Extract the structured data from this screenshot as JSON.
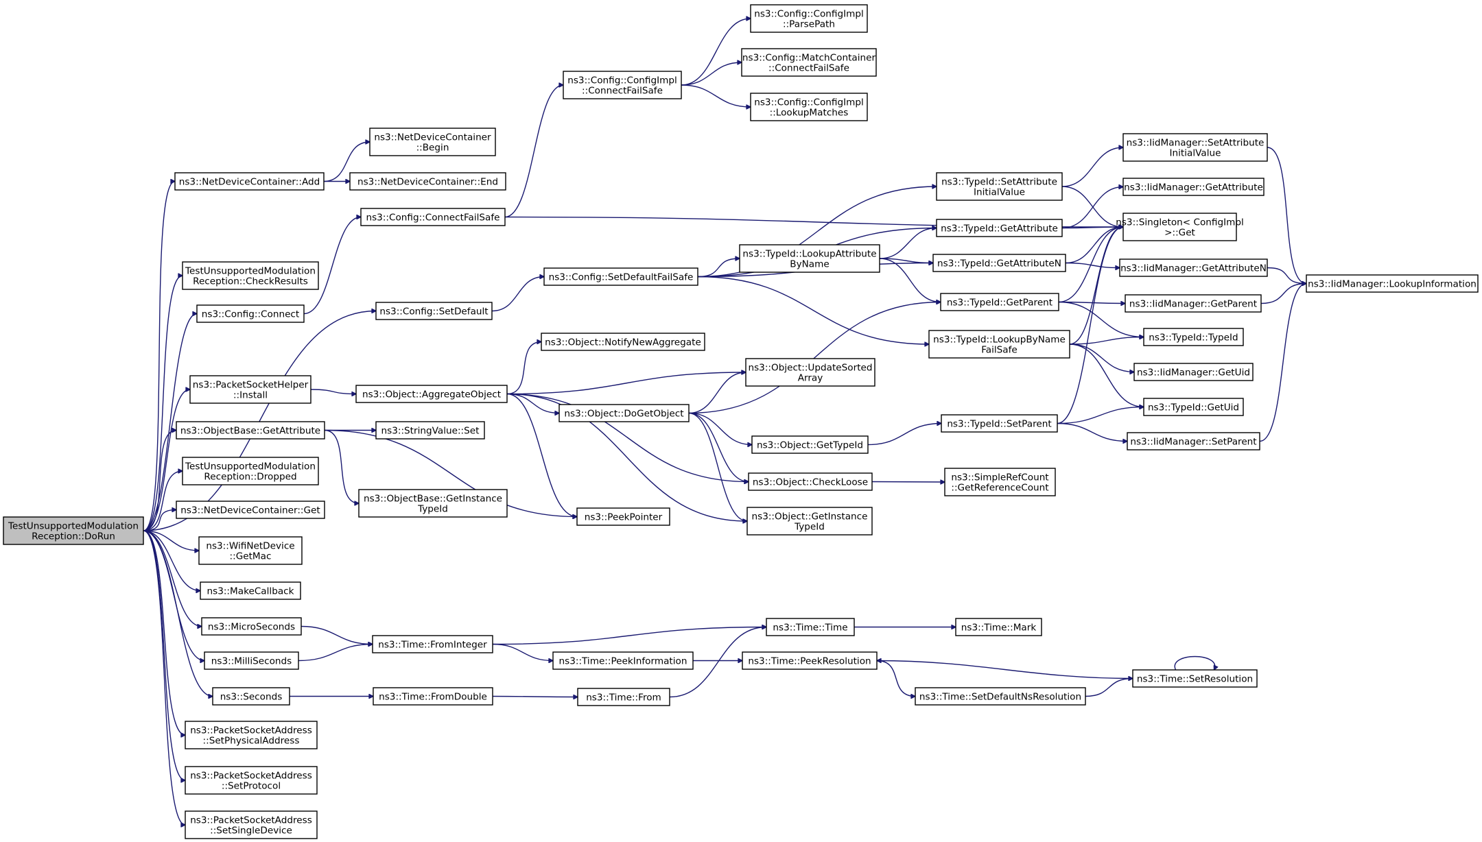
{
  "graph": {
    "type": "call-graph",
    "edge_color": "#191970",
    "root_fill": "#bfbfbf",
    "nodes": [
      {
        "id": "root",
        "lines": [
          "TestUnsupportedModulation",
          "Reception::DoRun"
        ]
      },
      {
        "id": "ndc_add",
        "lines": [
          "ns3::NetDeviceContainer::Add"
        ]
      },
      {
        "id": "ndc_begin",
        "lines": [
          "ns3::NetDeviceContainer",
          "::Begin"
        ]
      },
      {
        "id": "ndc_end",
        "lines": [
          "ns3::NetDeviceContainer::End"
        ]
      },
      {
        "id": "check_results",
        "lines": [
          "TestUnsupportedModulation",
          "Reception::CheckResults"
        ]
      },
      {
        "id": "cfg_connect",
        "lines": [
          "ns3::Config::Connect"
        ]
      },
      {
        "id": "cfg_connectfs",
        "lines": [
          "ns3::Config::ConnectFailSafe"
        ]
      },
      {
        "id": "cfgimpl_connectfs",
        "lines": [
          "ns3::Config::ConfigImpl",
          "::ConnectFailSafe"
        ]
      },
      {
        "id": "cfgimpl_parsepath",
        "lines": [
          "ns3::Config::ConfigImpl",
          "::ParsePath"
        ]
      },
      {
        "id": "mc_connectfs",
        "lines": [
          "ns3::Config::MatchContainer",
          "::ConnectFailSafe"
        ]
      },
      {
        "id": "cfgimpl_lookup",
        "lines": [
          "ns3::Config::ConfigImpl",
          "::LookupMatches"
        ]
      },
      {
        "id": "cfg_setdefault",
        "lines": [
          "ns3::Config::SetDefault"
        ]
      },
      {
        "id": "cfg_setdefaultfs",
        "lines": [
          "ns3::Config::SetDefaultFailSafe"
        ]
      },
      {
        "id": "typeid_setattr",
        "lines": [
          "ns3::TypeId::SetAttribute",
          "InitialValue"
        ]
      },
      {
        "id": "typeid_getattr",
        "lines": [
          "ns3::TypeId::GetAttribute"
        ]
      },
      {
        "id": "typeid_lookupattr",
        "lines": [
          "ns3::TypeId::LookupAttribute",
          "ByName"
        ]
      },
      {
        "id": "typeid_getattrn",
        "lines": [
          "ns3::TypeId::GetAttributeN"
        ]
      },
      {
        "id": "typeid_getparent",
        "lines": [
          "ns3::TypeId::GetParent"
        ]
      },
      {
        "id": "typeid_lookupbyname",
        "lines": [
          "ns3::TypeId::LookupByName",
          "FailSafe"
        ]
      },
      {
        "id": "typeid_setparent",
        "lines": [
          "ns3::TypeId::SetParent"
        ]
      },
      {
        "id": "singleton_get",
        "lines": [
          "ns3::Singleton< ConfigImpl",
          " >::Get"
        ]
      },
      {
        "id": "iid_setattr",
        "lines": [
          "ns3::IidManager::SetAttribute",
          "InitialValue"
        ]
      },
      {
        "id": "iid_getattr",
        "lines": [
          "ns3::IidManager::GetAttribute"
        ]
      },
      {
        "id": "iid_getattrn",
        "lines": [
          "ns3::IidManager::GetAttributeN"
        ]
      },
      {
        "id": "iid_getparent",
        "lines": [
          "ns3::IidManager::GetParent"
        ]
      },
      {
        "id": "iid_getuid",
        "lines": [
          "ns3::IidManager::GetUid"
        ]
      },
      {
        "id": "iid_setparent",
        "lines": [
          "ns3::IidManager::SetParent"
        ]
      },
      {
        "id": "iid_lookupinfo",
        "lines": [
          "ns3::IidManager::LookupInformation"
        ]
      },
      {
        "id": "typeid_typeid",
        "lines": [
          "ns3::TypeId::TypeId"
        ]
      },
      {
        "id": "typeid_getuid",
        "lines": [
          "ns3::TypeId::GetUid"
        ]
      },
      {
        "id": "psh_install",
        "lines": [
          "ns3::PacketSocketHelper",
          "::Install"
        ]
      },
      {
        "id": "obj_aggregate",
        "lines": [
          "ns3::Object::AggregateObject"
        ]
      },
      {
        "id": "obj_notify",
        "lines": [
          "ns3::Object::NotifyNewAggregate"
        ]
      },
      {
        "id": "obj_updatesorted",
        "lines": [
          "ns3::Object::UpdateSorted",
          "Array"
        ]
      },
      {
        "id": "obj_dogetobject",
        "lines": [
          "ns3::Object::DoGetObject"
        ]
      },
      {
        "id": "obj_gettypeid",
        "lines": [
          "ns3::Object::GetTypeId"
        ]
      },
      {
        "id": "obj_checkloose",
        "lines": [
          "ns3::Object::CheckLoose"
        ]
      },
      {
        "id": "obj_getinsttypeid",
        "lines": [
          "ns3::Object::GetInstance",
          "TypeId"
        ]
      },
      {
        "id": "src_getrefcount",
        "lines": [
          "ns3::SimpleRefCount",
          "::GetReferenceCount"
        ]
      },
      {
        "id": "ob_getattr",
        "lines": [
          "ns3::ObjectBase::GetAttribute"
        ]
      },
      {
        "id": "stringvalue_set",
        "lines": [
          "ns3::StringValue::Set"
        ]
      },
      {
        "id": "ob_getinsttypeid",
        "lines": [
          "ns3::ObjectBase::GetInstance",
          "TypeId"
        ]
      },
      {
        "id": "peekpointer",
        "lines": [
          "ns3::PeekPointer"
        ]
      },
      {
        "id": "dropped",
        "lines": [
          "TestUnsupportedModulation",
          "Reception::Dropped"
        ]
      },
      {
        "id": "ndc_get",
        "lines": [
          "ns3::NetDeviceContainer::Get"
        ]
      },
      {
        "id": "wifi_getmac",
        "lines": [
          "ns3::WifiNetDevice",
          "::GetMac"
        ]
      },
      {
        "id": "makecallback",
        "lines": [
          "ns3::MakeCallback"
        ]
      },
      {
        "id": "microseconds",
        "lines": [
          "ns3::MicroSeconds"
        ]
      },
      {
        "id": "milliseconds",
        "lines": [
          "ns3::MilliSeconds"
        ]
      },
      {
        "id": "seconds",
        "lines": [
          "ns3::Seconds"
        ]
      },
      {
        "id": "time_frominteger",
        "lines": [
          "ns3::Time::FromInteger"
        ]
      },
      {
        "id": "time_fromdouble",
        "lines": [
          "ns3::Time::FromDouble"
        ]
      },
      {
        "id": "time_time",
        "lines": [
          "ns3::Time::Time"
        ]
      },
      {
        "id": "time_mark",
        "lines": [
          "ns3::Time::Mark"
        ]
      },
      {
        "id": "time_peekinfo",
        "lines": [
          "ns3::Time::PeekInformation"
        ]
      },
      {
        "id": "time_peekres",
        "lines": [
          "ns3::Time::PeekResolution"
        ]
      },
      {
        "id": "time_from",
        "lines": [
          "ns3::Time::From"
        ]
      },
      {
        "id": "time_setdefaultns",
        "lines": [
          "ns3::Time::SetDefaultNsResolution"
        ]
      },
      {
        "id": "time_setres",
        "lines": [
          "ns3::Time::SetResolution"
        ]
      },
      {
        "id": "psa_setphys",
        "lines": [
          "ns3::PacketSocketAddress",
          "::SetPhysicalAddress"
        ]
      },
      {
        "id": "psa_setproto",
        "lines": [
          "ns3::PacketSocketAddress",
          "::SetProtocol"
        ]
      },
      {
        "id": "psa_setsingle",
        "lines": [
          "ns3::PacketSocketAddress",
          "::SetSingleDevice"
        ]
      }
    ],
    "edges": [
      [
        "root",
        "ndc_add"
      ],
      [
        "root",
        "check_results"
      ],
      [
        "root",
        "cfg_connect"
      ],
      [
        "root",
        "cfg_setdefault"
      ],
      [
        "root",
        "psh_install"
      ],
      [
        "root",
        "ob_getattr"
      ],
      [
        "root",
        "dropped"
      ],
      [
        "root",
        "ndc_get"
      ],
      [
        "root",
        "wifi_getmac"
      ],
      [
        "root",
        "makecallback"
      ],
      [
        "root",
        "microseconds"
      ],
      [
        "root",
        "milliseconds"
      ],
      [
        "root",
        "seconds"
      ],
      [
        "root",
        "psa_setphys"
      ],
      [
        "root",
        "psa_setproto"
      ],
      [
        "root",
        "psa_setsingle"
      ],
      [
        "ndc_add",
        "ndc_begin"
      ],
      [
        "ndc_add",
        "ndc_end"
      ],
      [
        "cfg_connect",
        "cfg_connectfs"
      ],
      [
        "cfg_connectfs",
        "cfgimpl_connectfs"
      ],
      [
        "cfg_connectfs",
        "singleton_get"
      ],
      [
        "cfgimpl_connectfs",
        "cfgimpl_parsepath"
      ],
      [
        "cfgimpl_connectfs",
        "mc_connectfs"
      ],
      [
        "cfgimpl_connectfs",
        "cfgimpl_lookup"
      ],
      [
        "cfg_setdefault",
        "cfg_setdefaultfs"
      ],
      [
        "cfg_setdefaultfs",
        "typeid_setattr"
      ],
      [
        "cfg_setdefaultfs",
        "typeid_getattr"
      ],
      [
        "cfg_setdefaultfs",
        "typeid_lookupattr"
      ],
      [
        "cfg_setdefaultfs",
        "typeid_getattrn"
      ],
      [
        "cfg_setdefaultfs",
        "typeid_lookupbyname"
      ],
      [
        "typeid_setattr",
        "iid_setattr"
      ],
      [
        "typeid_setattr",
        "singleton_get"
      ],
      [
        "typeid_getattr",
        "iid_getattr"
      ],
      [
        "typeid_getattr",
        "singleton_get"
      ],
      [
        "typeid_lookupattr",
        "typeid_getattr"
      ],
      [
        "typeid_lookupattr",
        "typeid_getattrn"
      ],
      [
        "typeid_lookupattr",
        "typeid_getparent"
      ],
      [
        "typeid_getattrn",
        "iid_getattrn"
      ],
      [
        "typeid_getattrn",
        "singleton_get"
      ],
      [
        "typeid_getparent",
        "iid_getparent"
      ],
      [
        "typeid_getparent",
        "singleton_get"
      ],
      [
        "typeid_getparent",
        "typeid_typeid"
      ],
      [
        "typeid_lookupbyname",
        "singleton_get"
      ],
      [
        "typeid_lookupbyname",
        "typeid_typeid"
      ],
      [
        "typeid_lookupbyname",
        "iid_getuid"
      ],
      [
        "typeid_lookupbyname",
        "typeid_getuid"
      ],
      [
        "typeid_setparent",
        "singleton_get"
      ],
      [
        "typeid_setparent",
        "typeid_getuid"
      ],
      [
        "typeid_setparent",
        "iid_setparent"
      ],
      [
        "iid_setattr",
        "iid_lookupinfo"
      ],
      [
        "iid_getattrn",
        "iid_lookupinfo"
      ],
      [
        "iid_getparent",
        "iid_lookupinfo"
      ],
      [
        "iid_setparent",
        "iid_lookupinfo"
      ],
      [
        "psh_install",
        "obj_aggregate"
      ],
      [
        "obj_aggregate",
        "obj_notify"
      ],
      [
        "obj_aggregate",
        "obj_updatesorted"
      ],
      [
        "obj_aggregate",
        "obj_dogetobject"
      ],
      [
        "obj_aggregate",
        "obj_checkloose"
      ],
      [
        "obj_aggregate",
        "obj_getinsttypeid"
      ],
      [
        "obj_aggregate",
        "peekpointer"
      ],
      [
        "obj_dogetobject",
        "obj_updatesorted"
      ],
      [
        "obj_dogetobject",
        "typeid_getparent"
      ],
      [
        "obj_dogetobject",
        "obj_gettypeid"
      ],
      [
        "obj_dogetobject",
        "obj_checkloose"
      ],
      [
        "obj_dogetobject",
        "obj_getinsttypeid"
      ],
      [
        "obj_gettypeid",
        "typeid_setparent"
      ],
      [
        "obj_checkloose",
        "src_getrefcount"
      ],
      [
        "ob_getattr",
        "stringvalue_set"
      ],
      [
        "ob_getattr",
        "ob_getinsttypeid"
      ],
      [
        "ob_getattr",
        "peekpointer"
      ],
      [
        "microseconds",
        "time_frominteger"
      ],
      [
        "milliseconds",
        "time_frominteger"
      ],
      [
        "seconds",
        "time_fromdouble"
      ],
      [
        "time_frominteger",
        "time_time"
      ],
      [
        "time_frominteger",
        "time_peekinfo"
      ],
      [
        "time_fromdouble",
        "time_from"
      ],
      [
        "time_from",
        "time_time"
      ],
      [
        "time_time",
        "time_mark"
      ],
      [
        "time_peekinfo",
        "time_peekres"
      ],
      [
        "time_peekres",
        "time_setdefaultns"
      ],
      [
        "time_setdefaultns",
        "time_setres"
      ],
      [
        "time_setres",
        "time_peekres"
      ],
      [
        "time_setres",
        "time_setres"
      ]
    ]
  }
}
